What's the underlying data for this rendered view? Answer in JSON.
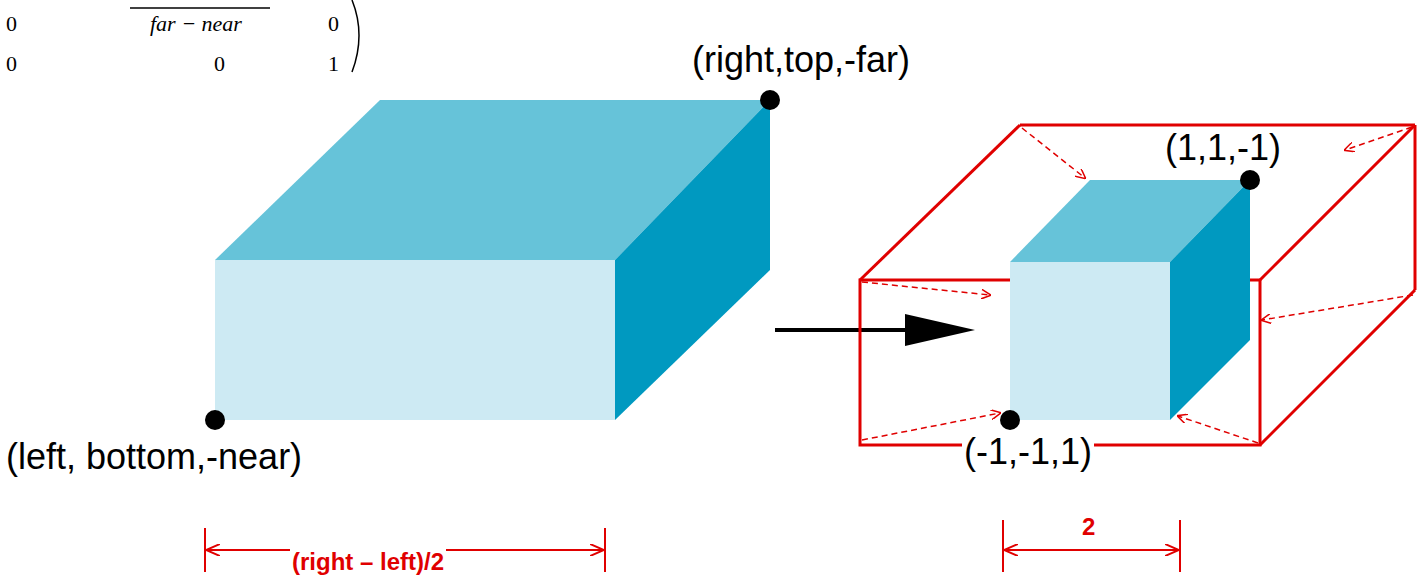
{
  "diagram": {
    "labels": [
      "0",
      "far − near",
      "0",
      "0",
      "0",
      "1",
      "(right,top,-far)",
      "(left, bottom,-near)",
      "(right – left)/2",
      "(1,1,-1)",
      "(-1,-1,1)",
      "2"
    ]
  }
}
